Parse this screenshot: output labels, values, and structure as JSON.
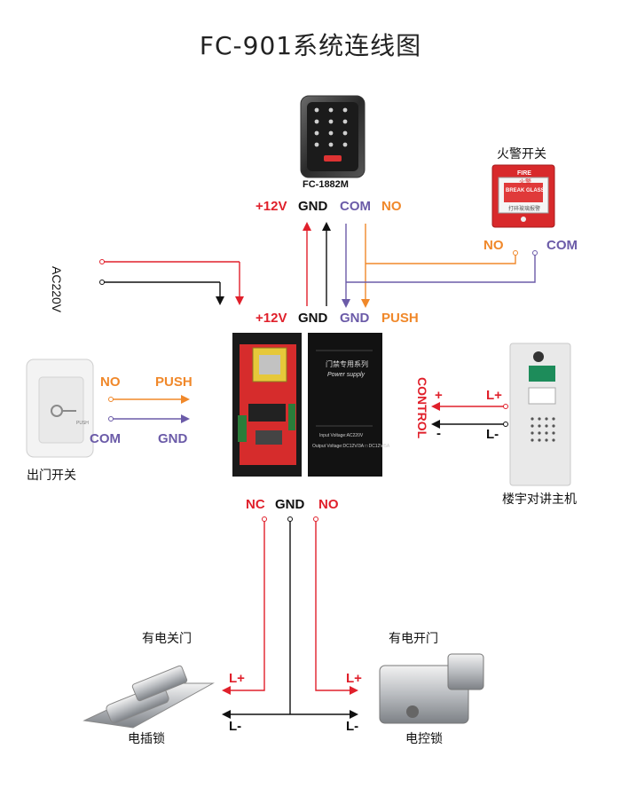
{
  "title": "FC-901系统连线图",
  "keypad": {
    "model": "FC-1882M"
  },
  "keypad_terminals": {
    "v12": "+12V",
    "gnd": "GND",
    "com": "COM",
    "no": "NO"
  },
  "power_terminals_top": {
    "v12": "+12V",
    "gnd1": "GND",
    "gnd2": "GND",
    "push": "PUSH"
  },
  "power_terminals_bottom": {
    "nc": "NC",
    "gnd": "GND",
    "no": "NO"
  },
  "power_supply": {
    "label_cn": "门禁专用系列",
    "label_en": "Power supply",
    "input_voltage": "Input Voltage:AC220V",
    "output_voltage": "Output Voltage:DC12V/3A □ DC12V/5A"
  },
  "ac_input": {
    "label": "AC220V"
  },
  "fire_switch": {
    "name": "火警开关",
    "no": "NO",
    "com": "COM",
    "sign_fire": "FIRE",
    "sign_fire_cn": "火警",
    "sign_glass": "BREAK GLASS",
    "sign_note": "打碎玻璃报警"
  },
  "exit_button": {
    "name": "出门开关",
    "no": "NO",
    "push": "PUSH",
    "com": "COM",
    "gnd": "GND",
    "face": "PUSH"
  },
  "intercom": {
    "name": "楼宇对讲主机",
    "control": "CONTROL",
    "plus": "+",
    "minus": "-",
    "lplus": "L+",
    "lminus": "L-"
  },
  "lock_left": {
    "title": "有电关门",
    "name": "电插锁",
    "lplus": "L+",
    "lminus": "L-"
  },
  "lock_right": {
    "title": "有电开门",
    "name": "电控锁",
    "lplus": "L+",
    "lminus": "L-"
  },
  "colors": {
    "red": "#e0202b",
    "black": "#111111",
    "purple": "#6b5ba8",
    "orange": "#f0882a"
  }
}
